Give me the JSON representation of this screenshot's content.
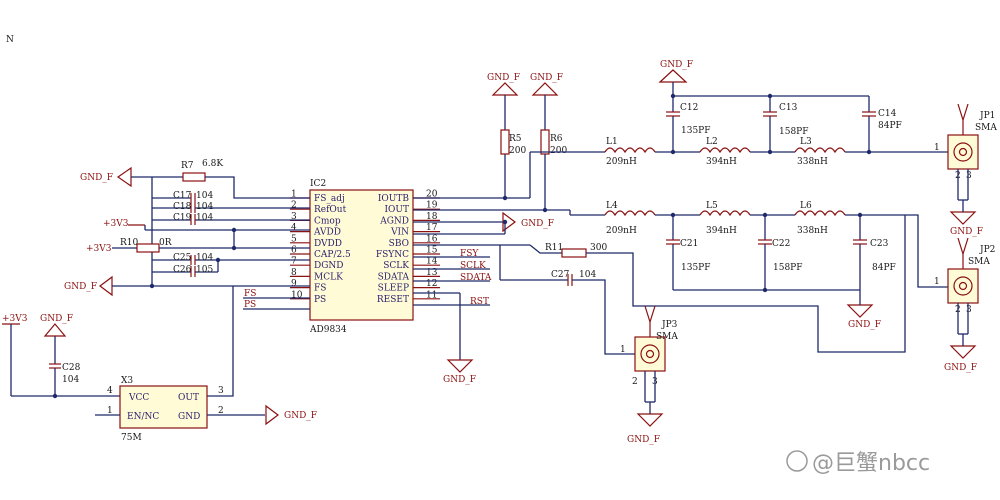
{
  "corner_mark": "N",
  "ic": {
    "ref": "IC2",
    "part": "AD9834",
    "left_pins": [
      {
        "num": "1",
        "name": "FS_adj"
      },
      {
        "num": "2",
        "name": "RefOut"
      },
      {
        "num": "3",
        "name": "Cmop"
      },
      {
        "num": "4",
        "name": "AVDD"
      },
      {
        "num": "5",
        "name": "DVDD"
      },
      {
        "num": "6",
        "name": "CAP/2.5"
      },
      {
        "num": "7",
        "name": "DGND"
      },
      {
        "num": "8",
        "name": "MCLK"
      },
      {
        "num": "9",
        "name": "FS"
      },
      {
        "num": "10",
        "name": "PS"
      }
    ],
    "right_pins": [
      {
        "num": "20",
        "name": "IOUTB"
      },
      {
        "num": "19",
        "name": "IOUT"
      },
      {
        "num": "18",
        "name": "AGND"
      },
      {
        "num": "17",
        "name": "VIN"
      },
      {
        "num": "16",
        "name": "SBO"
      },
      {
        "num": "15",
        "name": "FSYNC"
      },
      {
        "num": "14",
        "name": "SCLK"
      },
      {
        "num": "13",
        "name": "SDATA"
      },
      {
        "num": "12",
        "name": "SLEEP"
      },
      {
        "num": "11",
        "name": "RESET"
      }
    ]
  },
  "nets": {
    "gnd": "GND_F",
    "v33": "+3V3",
    "fsy": "FSY",
    "sclk": "SCLK",
    "sdata": "SDATA",
    "rst": "RST",
    "fs": "FS",
    "ps": "PS"
  },
  "components": {
    "r7": {
      "ref": "R7",
      "value": "6.8K"
    },
    "r10": {
      "ref": "R10",
      "value": "0R"
    },
    "r5": {
      "ref": "R5",
      "value": "200"
    },
    "r6": {
      "ref": "R6",
      "value": "200"
    },
    "r11": {
      "ref": "R11",
      "value": "300"
    },
    "c17": {
      "ref": "C17",
      "value": "104"
    },
    "c18": {
      "ref": "C18",
      "value": "104"
    },
    "c19": {
      "ref": "C19",
      "value": "104"
    },
    "c25": {
      "ref": "C25",
      "value": "104"
    },
    "c26": {
      "ref": "C26",
      "value": "105"
    },
    "c27": {
      "ref": "C27",
      "value": "104"
    },
    "c28": {
      "ref": "C28",
      "value": "104"
    },
    "c12": {
      "ref": "C12",
      "value": "135PF"
    },
    "c13": {
      "ref": "C13",
      "value": "158PF"
    },
    "c14": {
      "ref": "C14",
      "value": "84PF"
    },
    "c21": {
      "ref": "C21",
      "value": "135PF"
    },
    "c22": {
      "ref": "C22",
      "value": "158PF"
    },
    "c23": {
      "ref": "C23",
      "value": "84PF"
    },
    "l1": {
      "ref": "L1",
      "value": "209nH"
    },
    "l2": {
      "ref": "L2",
      "value": "394nH"
    },
    "l3": {
      "ref": "L3",
      "value": "338nH"
    },
    "l4": {
      "ref": "L4",
      "value": "209nH"
    },
    "l5": {
      "ref": "L5",
      "value": "394nH"
    },
    "l6": {
      "ref": "L6",
      "value": "338nH"
    }
  },
  "connectors": {
    "jp1": {
      "ref": "JP1",
      "type": "SMA",
      "pin1": "1",
      "pin2": "2",
      "pin3": "3"
    },
    "jp2": {
      "ref": "JP2",
      "type": "SMA",
      "pin1": "1",
      "pin2": "2",
      "pin3": "3"
    },
    "jp3": {
      "ref": "JP3",
      "type": "SMA",
      "pin1": "1",
      "pin2": "2",
      "pin3": "3"
    }
  },
  "osc": {
    "ref": "X3",
    "freq": "75M",
    "pin_names": {
      "vcc": "VCC",
      "en": "EN/NC",
      "out": "OUT",
      "gnd": "GND"
    },
    "pin_nums": {
      "vcc": "4",
      "en": "1",
      "out": "3",
      "gnd": "2"
    }
  },
  "watermark": "@巨蟹nbcc"
}
